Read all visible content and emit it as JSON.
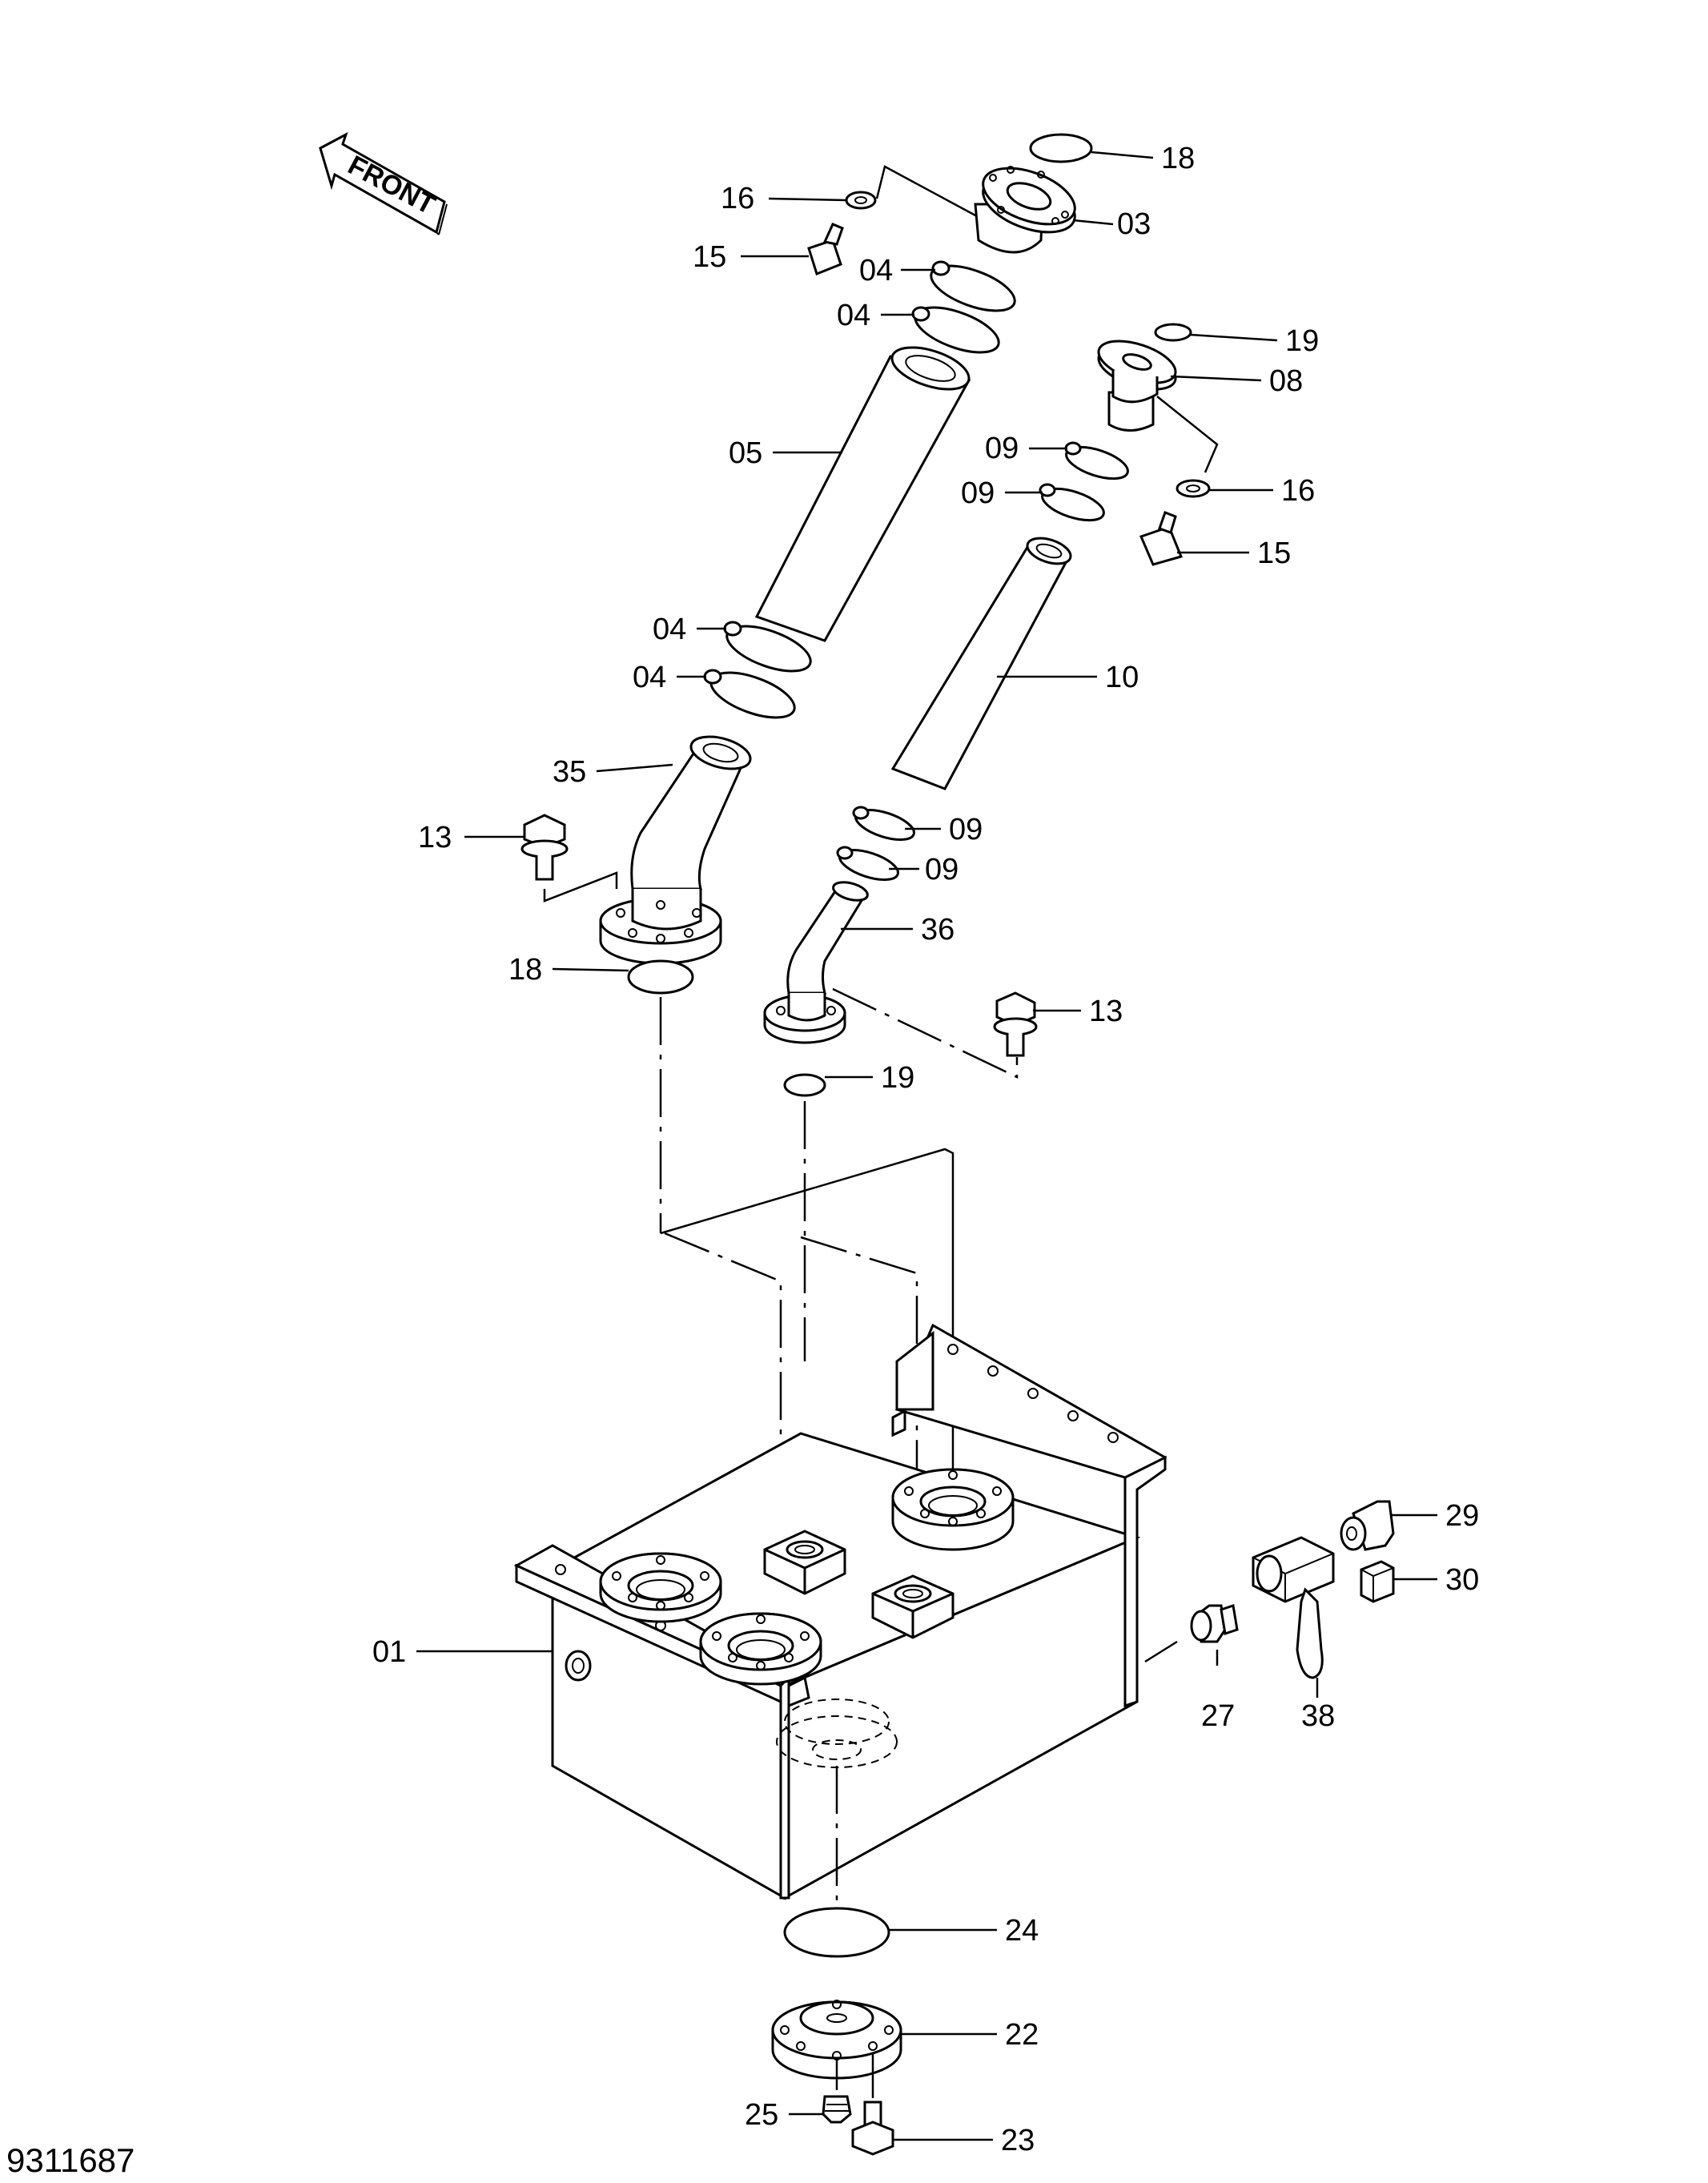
{
  "diagram": {
    "front_label": "FRONT",
    "document_number": "9311687",
    "callouts": [
      {
        "id": "c18a",
        "text": "18"
      },
      {
        "id": "c16a",
        "text": "16"
      },
      {
        "id": "c03",
        "text": "03"
      },
      {
        "id": "c15a",
        "text": "15"
      },
      {
        "id": "c04a",
        "text": "04"
      },
      {
        "id": "c04b",
        "text": "04"
      },
      {
        "id": "c19a",
        "text": "19"
      },
      {
        "id": "c08",
        "text": "08"
      },
      {
        "id": "c05",
        "text": "05"
      },
      {
        "id": "c09a",
        "text": "09"
      },
      {
        "id": "c16b",
        "text": "16"
      },
      {
        "id": "c09b",
        "text": "09"
      },
      {
        "id": "c15b",
        "text": "15"
      },
      {
        "id": "c04c",
        "text": "04"
      },
      {
        "id": "c10",
        "text": "10"
      },
      {
        "id": "c04d",
        "text": "04"
      },
      {
        "id": "c35",
        "text": "35"
      },
      {
        "id": "c09c",
        "text": "09"
      },
      {
        "id": "c13a",
        "text": "13"
      },
      {
        "id": "c09d",
        "text": "09"
      },
      {
        "id": "c36",
        "text": "36"
      },
      {
        "id": "c18b",
        "text": "18"
      },
      {
        "id": "c13b",
        "text": "13"
      },
      {
        "id": "c19b",
        "text": "19"
      },
      {
        "id": "c29",
        "text": "29"
      },
      {
        "id": "c30",
        "text": "30"
      },
      {
        "id": "c01",
        "text": "01"
      },
      {
        "id": "c27",
        "text": "27"
      },
      {
        "id": "c38",
        "text": "38"
      },
      {
        "id": "c24",
        "text": "24"
      },
      {
        "id": "c22",
        "text": "22"
      },
      {
        "id": "c25",
        "text": "25"
      },
      {
        "id": "c23",
        "text": "23"
      }
    ]
  }
}
